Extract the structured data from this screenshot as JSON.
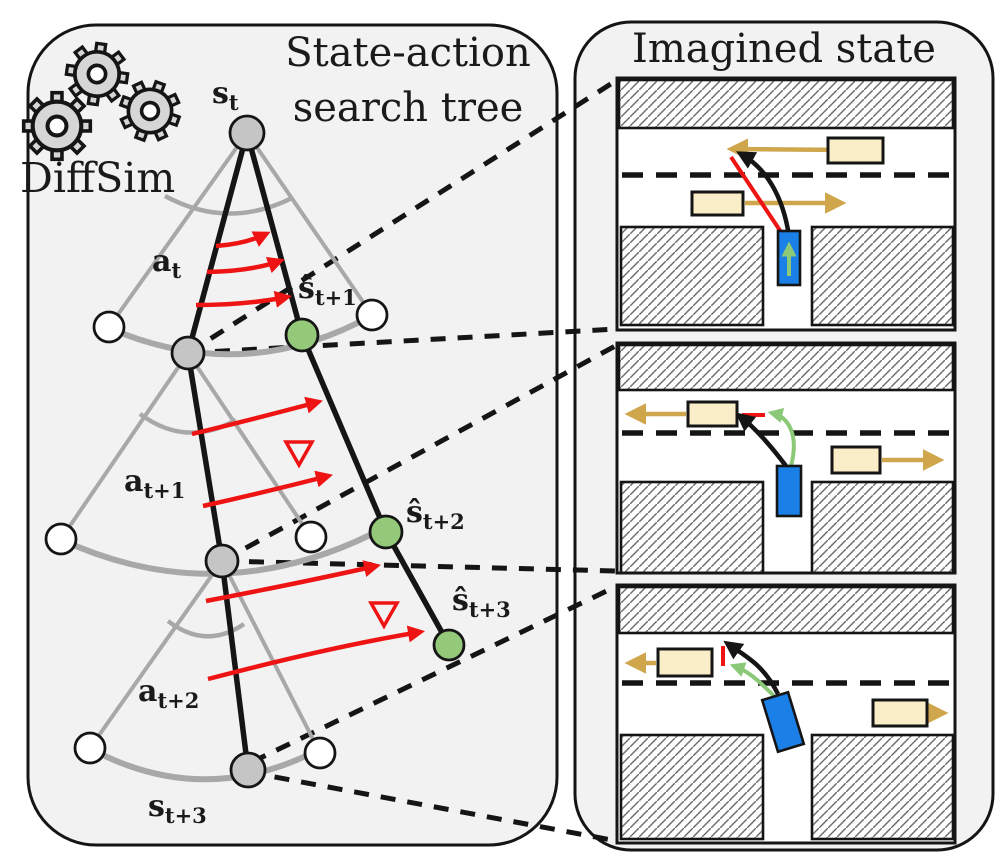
{
  "colors": {
    "panel_bg": "#f2f2f2",
    "line_black": "#151515",
    "edge_gray": "#a8a8a8",
    "node_gray": "#c5c5c5",
    "node_green": "#93c979",
    "node_white": "#ffffff",
    "arrow_red": "#ee1414",
    "car_blue": "#1a80e8",
    "car_tan": "#faeec8",
    "arrow_yellow": "#cfa64c",
    "arrow_green": "#8bc878",
    "hatch_gray": "#6e6e6e",
    "gear_fill": "#d6d6d6",
    "text_black": "#1a1a1a"
  },
  "left_panel": {
    "title_line1": "State-action",
    "title_line2": "search tree",
    "logo_label": "DiffSim",
    "gradient_symbol": "∇",
    "labels": {
      "root": {
        "base": "s",
        "sub": "t"
      },
      "action_0": {
        "base": "a",
        "sub": "t"
      },
      "imagined_1": {
        "base": "ŝ",
        "sub": "t+1"
      },
      "action_1": {
        "base": "a",
        "sub": "t+1"
      },
      "imagined_2": {
        "base": "ŝ",
        "sub": "t+2"
      },
      "action_2": {
        "base": "a",
        "sub": "t+2"
      },
      "imagined_3": {
        "base": "ŝ",
        "sub": "t+3"
      },
      "state_3": {
        "base": "s",
        "sub": "t+3"
      }
    }
  },
  "right_panel": {
    "title": "Imagined state",
    "scene_count": 3
  }
}
